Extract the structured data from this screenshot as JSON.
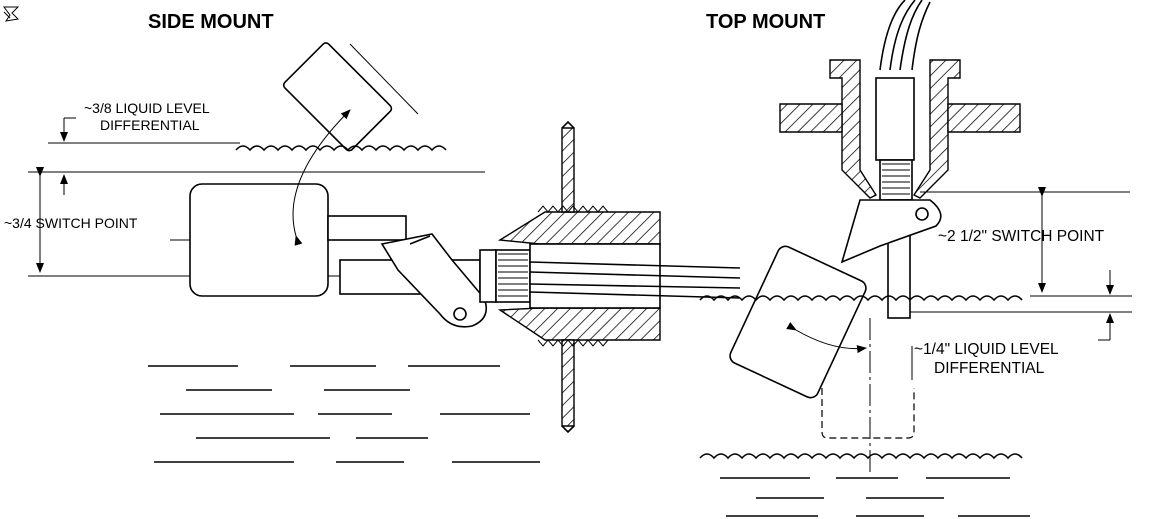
{
  "side_mount": {
    "title": "SIDE MOUNT",
    "level_diff_line1": "~3/8 LIQUID LEVEL",
    "level_diff_line2": "DIFFERENTIAL",
    "switch_point": "~3/4 SWITCH POINT"
  },
  "top_mount": {
    "title": "TOP MOUNT",
    "switch_point": "~2 1/2\" SWITCH POINT",
    "level_diff_line1": "~1/4\" LIQUID LEVEL",
    "level_diff_line2": "DIFFERENTIAL"
  },
  "corner_icon": "rotate-arrow-icon"
}
